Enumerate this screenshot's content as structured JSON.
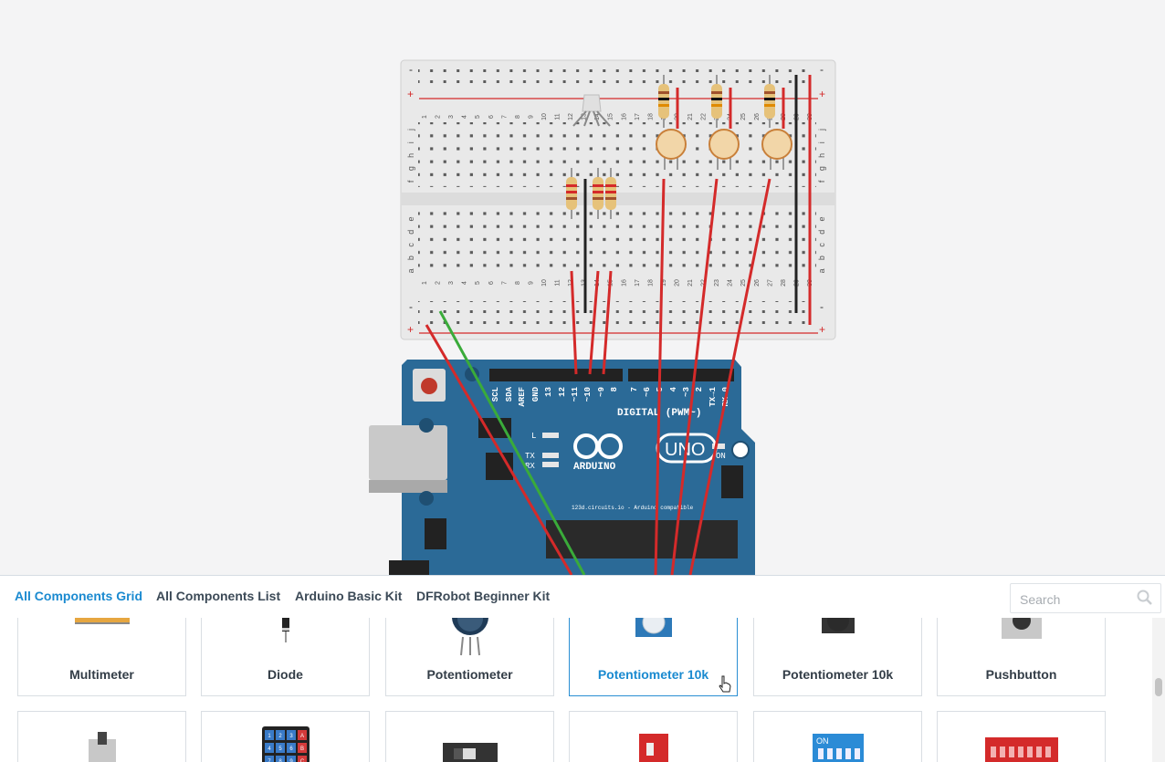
{
  "board": {
    "rail_minus": "-",
    "rail_plus": "+",
    "row_letters_top": [
      "j",
      "i",
      "h",
      "g",
      "f"
    ],
    "row_letters_bottom": [
      "e",
      "d",
      "c",
      "b",
      "a"
    ],
    "column_numbers": [
      "1",
      "2",
      "3",
      "4",
      "5",
      "6",
      "7",
      "8",
      "9",
      "10",
      "11",
      "12",
      "13",
      "14",
      "15",
      "16",
      "17",
      "18",
      "19",
      "20",
      "21",
      "22",
      "23",
      "24",
      "25",
      "26",
      "27",
      "28",
      "29",
      "30"
    ]
  },
  "arduino": {
    "logo_text": "ARDUINO",
    "model": "UNO",
    "header_label": "DIGITAL (PWM~)",
    "footer_text": "123d.circuits.io - Arduino compatible",
    "on_label": "ON",
    "led_l": "L",
    "led_tx": "TX",
    "led_rx": "RX",
    "pin_labels": [
      "SCL",
      "SDA",
      "AREF",
      "GND",
      "13",
      "12",
      "~11",
      "~10",
      "~9",
      "8",
      "7",
      "~6",
      "~5",
      "4",
      "~3",
      "2",
      "TX→1",
      "RX←0"
    ]
  },
  "tabs": [
    {
      "label": "All Components Grid",
      "active": true
    },
    {
      "label": "All Components List",
      "active": false
    },
    {
      "label": "Arduino Basic Kit",
      "active": false
    },
    {
      "label": "DFRobot Beginner Kit",
      "active": false
    }
  ],
  "search": {
    "placeholder": "Search",
    "icon": "search-icon"
  },
  "components_row1": [
    {
      "label": "Multimeter",
      "icon": "multimeter-icon"
    },
    {
      "label": "Diode",
      "icon": "diode-icon"
    },
    {
      "label": "Potentiometer",
      "icon": "potentiometer-icon"
    },
    {
      "label": "Potentiometer 10k",
      "icon": "trimpot-icon",
      "selected": true
    },
    {
      "label": "Potentiometer 10k",
      "icon": "rotary-pot-icon"
    },
    {
      "label": "Pushbutton",
      "icon": "pushbutton-icon"
    }
  ],
  "components_row2": [
    {
      "icon": "tactile-switch-icon"
    },
    {
      "icon": "keypad-icon",
      "keypad_keys": [
        "1",
        "2",
        "3",
        "A",
        "4",
        "5",
        "6",
        "B",
        "7",
        "8",
        "9",
        "C"
      ]
    },
    {
      "icon": "slide-switch-icon"
    },
    {
      "icon": "red-dip-switch-icon"
    },
    {
      "icon": "blue-dip-switch-icon",
      "text": "ON"
    },
    {
      "icon": "red-dip-switch-8-icon"
    }
  ],
  "colors": {
    "accent": "#1a8ad0",
    "wire_red": "#d42a2a",
    "wire_green": "#3aab3a",
    "board_blue": "#2b6a97"
  }
}
